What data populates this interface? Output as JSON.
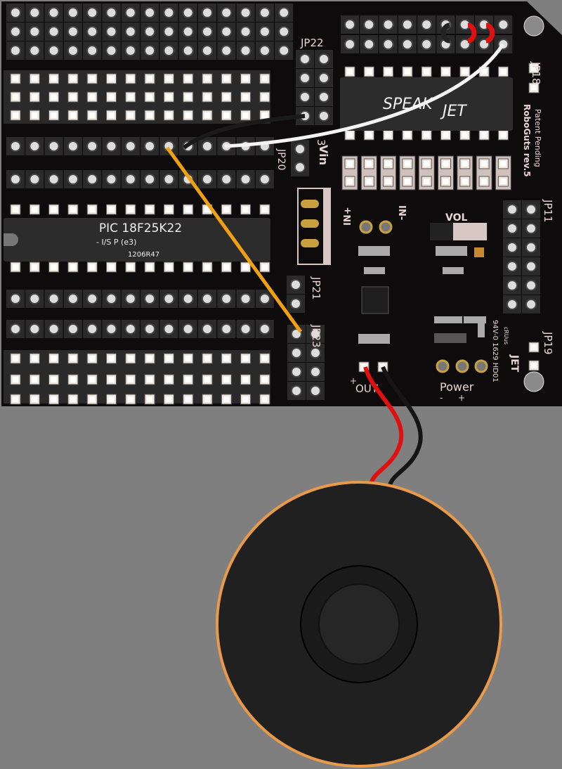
{
  "board": {
    "ic_main": {
      "name": "PIC 18F25K22",
      "line2": "- I/S P (e3)",
      "line3": "1206R47"
    },
    "ic_speech": {
      "name_a": "SPEAK",
      "name_b": "JET"
    },
    "labels": {
      "jp22": "JP22",
      "jp18": "JP18",
      "jp20": "JP20",
      "jp11": "JP11",
      "jp21": "JP21",
      "jp23": "JP23",
      "jp19": "JP19",
      "jp3": "3",
      "vin": "Vin",
      "in_plus": "IN+",
      "in_minus": "IN-",
      "vol": "VOL",
      "out": "OUT",
      "power": "Power",
      "power_minus": "-",
      "power_plus": "+",
      "out_plus": "+",
      "out_minus": "-",
      "patent": "Patent Pending",
      "roboguts": "RoboGuts rev.5",
      "rating": "94V-0 1629 HD01",
      "jet_logo": "JET",
      "ul_mark": "cRUus"
    }
  },
  "colors": {
    "board": "#0d0b0b",
    "background": "#7f7f7f",
    "wire_orange": "#f0a010",
    "wire_red": "#e01010",
    "wire_white": "#f4f4f4",
    "speaker_rim": "#e89a4a"
  }
}
